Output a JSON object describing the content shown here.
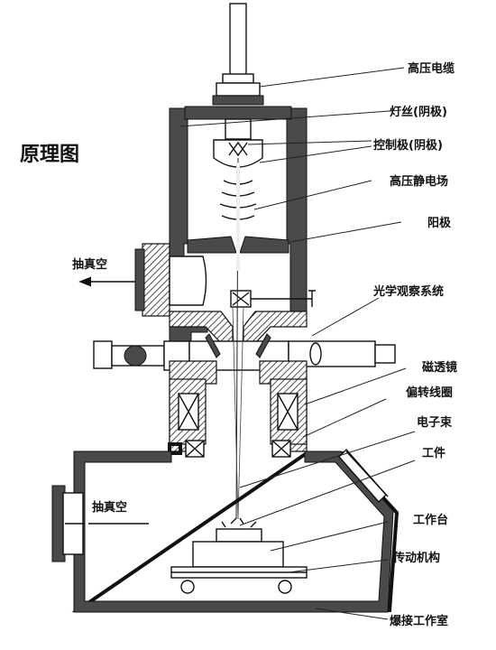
{
  "title": "原理图",
  "labels": {
    "hv_cable": "高压电缆",
    "filament": "灯丝(阴极)",
    "control_pole": "控制极(阴极)",
    "hv_field": "高压静电场",
    "anode": "阳极",
    "optical_obs": "光学观察系统",
    "magnetic_lens": "磁透镜",
    "deflection_coil": "偏转线圈",
    "electron_beam": "电子束",
    "workpiece": "工件",
    "worktable": "工作台",
    "drive_mech": "传动机构",
    "chamber": "爆接工作室"
  },
  "vacuum_labels": {
    "upper": "抽真空",
    "lower": "抽真空"
  }
}
